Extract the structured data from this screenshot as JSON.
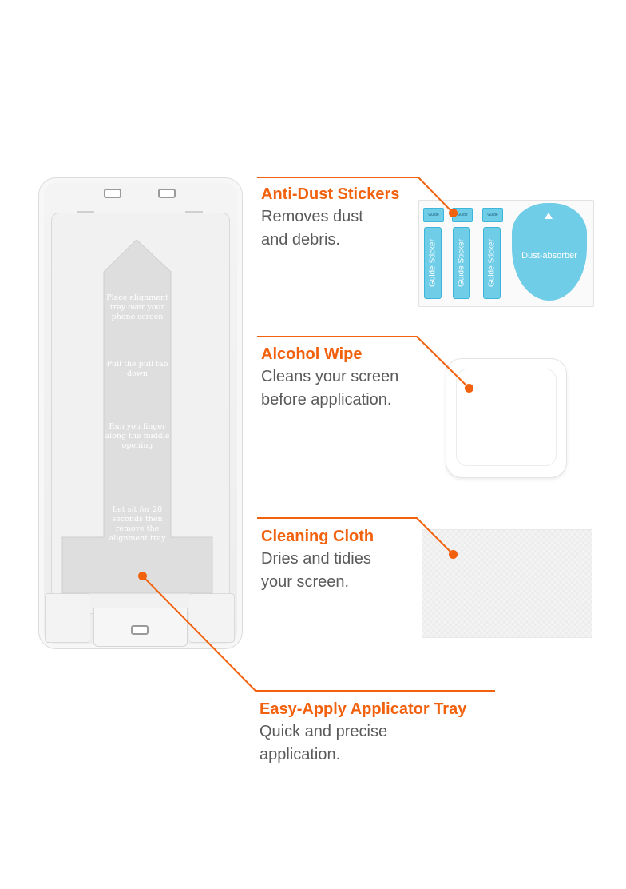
{
  "accent_color": "#f2610d",
  "tray": {
    "steps": [
      "Place alignment tray over your phone screen",
      "Pull the pull tab down",
      "Run you finger along the middle opening",
      "Let sit for 20 seconds then remove the alignment tray"
    ]
  },
  "callouts": {
    "anti_dust": {
      "title": "Anti-Dust Stickers",
      "desc_line1": "Removes dust",
      "desc_line2": "and debris."
    },
    "alcohol_wipe": {
      "title": "Alcohol Wipe",
      "desc_line1": "Cleans your screen",
      "desc_line2": "before application."
    },
    "cleaning_cloth": {
      "title": "Cleaning Cloth",
      "desc_line1": "Dries and tidies",
      "desc_line2": "your screen."
    },
    "applicator_tray": {
      "title": "Easy-Apply Applicator Tray",
      "desc_line1": "Quick and precise",
      "desc_line2": "application."
    }
  },
  "sticker_sheet": {
    "small_label": "Guide Sticker",
    "strip_label": "Guide Sticker",
    "dust_absorber_label": "Dust-absorber"
  }
}
